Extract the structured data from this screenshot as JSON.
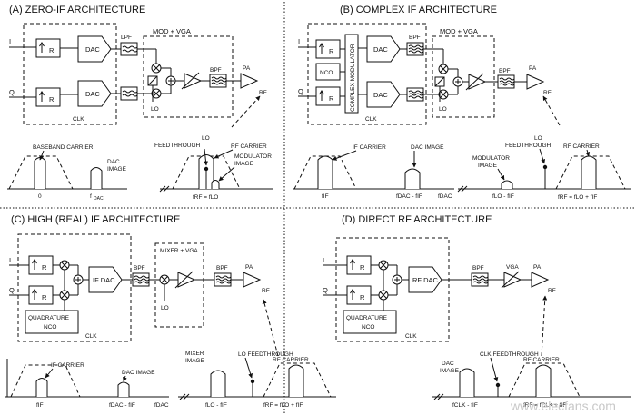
{
  "panels": {
    "a": {
      "title": "(A) ZERO-IF ARCHITECTURE",
      "labels": {
        "i": "I",
        "q": "Q",
        "r": "R",
        "dac": "DAC",
        "lpf": "LPF",
        "mod_vga": "MOD + VGA",
        "bpf": "BPF",
        "pa": "PA",
        "rf": "RF",
        "lo": "LO",
        "clk": "CLK"
      },
      "spectrum": {
        "baseband_carrier": "BASEBAND CARRIER",
        "dac_image_1": "DAC",
        "dac_image_2": "IMAGE",
        "zero": "0",
        "fdac_f": "f",
        "fdac_sub": "DAC",
        "lo_feedthrough_1": "LO",
        "lo_feedthrough_2": "FEEDTHROUGH",
        "rf_carrier": "RF CARRIER",
        "mod_image_1": "MODULATOR",
        "mod_image_2": "IMAGE",
        "freq_eq": "fRF = fLO"
      }
    },
    "b": {
      "title": "(B) COMPLEX IF ARCHITECTURE",
      "labels": {
        "i": "I",
        "q": "Q",
        "r": "R",
        "nco": "NCO",
        "complex_mod": "COMPLEX MODULATOR",
        "dac": "DAC",
        "bpf": "BPF",
        "mod_vga": "MOD + VGA",
        "pa": "PA",
        "rf": "RF",
        "lo": "LO",
        "clk": "CLK"
      },
      "spectrum": {
        "if_carrier": "IF CARRIER",
        "dac_image": "DAC IMAGE",
        "lo_feedthrough_1": "LO",
        "lo_feedthrough_2": "FEEDTHROUGH",
        "rf_carrier": "RF CARRIER",
        "mod_image_1": "MODULATOR",
        "mod_image_2": "IMAGE",
        "fif": "fIF",
        "fdac_fif": "fDAC - fIF",
        "fdac": "fDAC",
        "flo_fif": "fLO - fIF",
        "freq_eq": "fRF = fLO + fIF"
      }
    },
    "c": {
      "title": "(C) HIGH (REAL) IF ARCHITECTURE",
      "labels": {
        "i": "I",
        "q": "Q",
        "r": "R",
        "if_dac": "IF DAC",
        "bpf": "BPF",
        "mixer_vga": "MIXER + VGA",
        "bpf2": "BPF",
        "pa": "PA",
        "rf": "RF",
        "lo": "LO",
        "clk": "CLK",
        "quad_nco_1": "QUADRATURE",
        "quad_nco_2": "NCO"
      },
      "spectrum": {
        "if_carrier": "IF CARRIER",
        "dac_image": "DAC IMAGE",
        "mixer_image_1": "MIXER",
        "mixer_image_2": "IMAGE",
        "lo_feedthrough": "LO FEEDTHROUGH",
        "rf_carrier": "RF CARRIER",
        "fif": "fIF",
        "fdac_fif": "fDAC - fIF",
        "fdac": "fDAC",
        "flo_fif": "fLO - fIF",
        "freq_eq": "fRF = fLO + fIF"
      }
    },
    "d": {
      "title": "(D) DIRECT RF ARCHITECTURE",
      "labels": {
        "i": "I",
        "q": "Q",
        "r": "R",
        "rf_dac": "RF DAC",
        "bpf": "BPF",
        "vga": "VGA",
        "pa": "PA",
        "rf": "RF",
        "clk": "CLK",
        "quad_nco_1": "QUADRATURE",
        "quad_nco_2": "NCO"
      },
      "spectrum": {
        "dac_image_1": "DAC",
        "dac_image_2": "IMAGE",
        "clk_feedthrough": "CLK FEEDTHROUGH",
        "rf_carrier": "RF CARRIER",
        "fclk_fif": "fCLK - fIF",
        "freq_eq": "fRF = fCLK + fIF"
      }
    }
  },
  "watermark": "www.elecfans.com"
}
